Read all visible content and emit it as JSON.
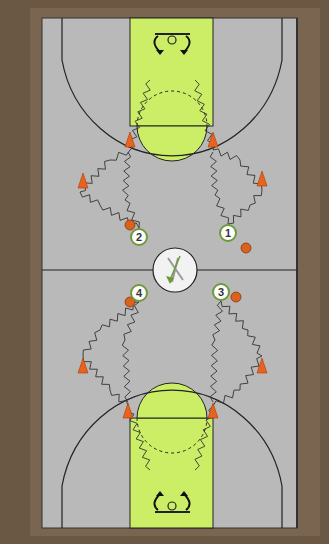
{
  "diagram": {
    "nodes": [
      {
        "text": [
          "2"
        ]
      },
      {
        "text": [
          "1"
        ]
      },
      {
        "text": [
          "4"
        ]
      },
      {
        "text": [
          "3"
        ]
      }
    ]
  }
}
